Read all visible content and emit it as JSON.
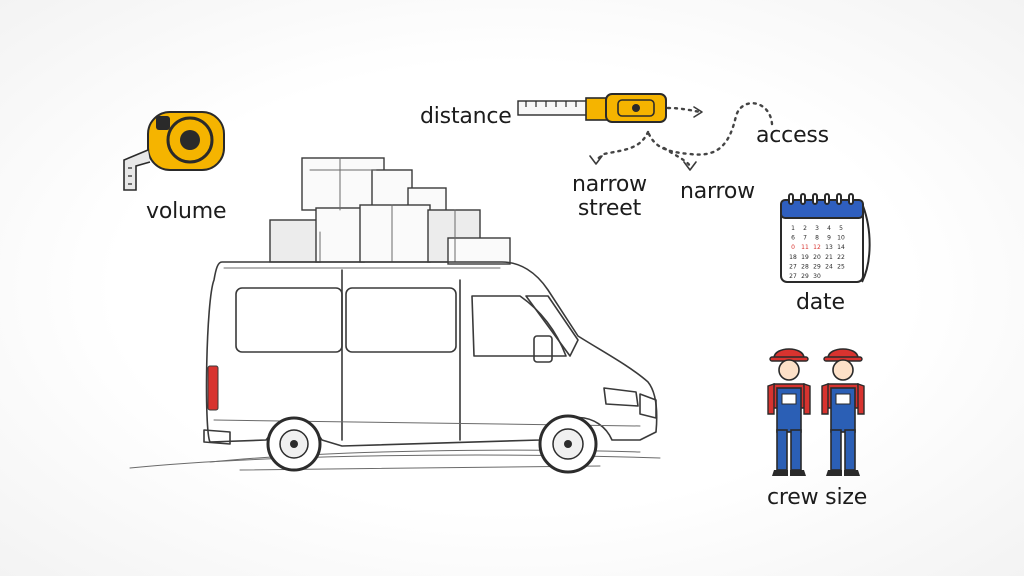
{
  "labels": {
    "volume": "volume",
    "distance": "distance",
    "access": "access",
    "narrow_street": "narrow\nstreet",
    "narrow": "narrow",
    "date": "date",
    "crew_size": "crew size"
  },
  "colors": {
    "tape_yellow": "#f5b400",
    "calendar_blue": "#2f5fbf",
    "calendar_red": "#d8332f",
    "worker_shirt": "#d8332f",
    "worker_overalls": "#2b5fb5",
    "helmet": "#d8332f"
  },
  "calendar": {
    "rows": [
      [
        "1",
        "2",
        "3",
        "4",
        "5"
      ],
      [
        "6",
        "7",
        "8",
        "9",
        "10"
      ],
      [
        "0",
        "11",
        "12",
        "13",
        "14"
      ],
      [
        "18",
        "19",
        "20",
        "21",
        "22"
      ],
      [
        "27",
        "28",
        "29",
        "24",
        "25"
      ],
      [
        "27",
        "29",
        "30",
        "",
        ""
      ]
    ]
  }
}
